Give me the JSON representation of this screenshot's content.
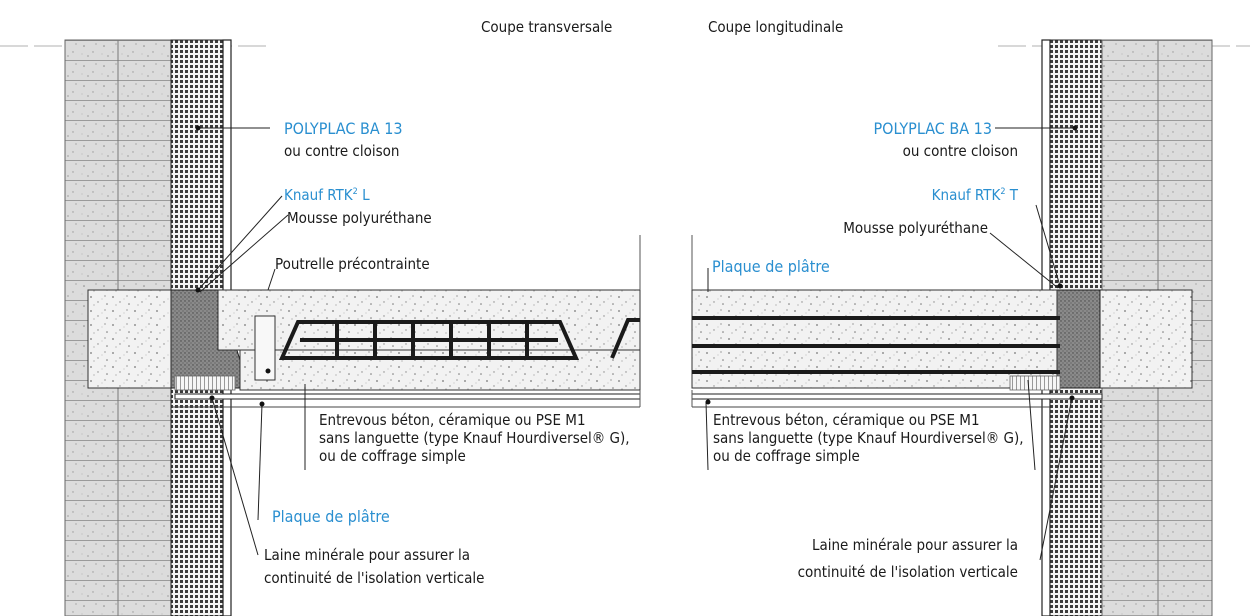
{
  "headings": {
    "left": "Coupe transversale",
    "right": "Coupe longitudinale"
  },
  "left": {
    "polyplac": "POLYPLAC BA 13",
    "contre_cloison": "ou contre cloison",
    "knauf_rtk_main": "Knauf RTK",
    "knauf_rtk_sup": "2",
    "knauf_rtk_suffix": " L",
    "mousse": "Mousse polyuréthane",
    "poutrelle": "Poutrelle précontrainte",
    "entrevous_1": "Entrevous béton, céramique ou PSE M1",
    "entrevous_2": "sans languette (type Knauf Hourdiversel® G),",
    "entrevous_3": "ou de coffrage simple",
    "plaque": "Plaque de plâtre",
    "laine_1": "Laine minérale pour assurer la",
    "laine_2": "continuité de l'isolation verticale"
  },
  "right": {
    "polyplac": "POLYPLAC BA 13",
    "contre_cloison": "ou contre cloison",
    "knauf_rtk_main": "Knauf RTK",
    "knauf_rtk_sup": "2",
    "knauf_rtk_suffix": " T",
    "mousse": "Mousse polyuréthane",
    "plaque": "Plaque de plâtre",
    "entrevous_1": "Entrevous béton, céramique ou PSE M1",
    "entrevous_2": "sans languette (type Knauf Hourdiversel® G),",
    "entrevous_3": "ou de coffrage simple",
    "laine_1": "Laine minérale pour assurer la",
    "laine_2": "continuité de l'isolation verticale"
  },
  "colors": {
    "label_blue": "#2a8fd0",
    "text": "#1a1a1a",
    "stroke": "#222222",
    "masonry": "#d9d9d9",
    "concrete": "#ececec",
    "insulation": "#3a3a3a"
  }
}
